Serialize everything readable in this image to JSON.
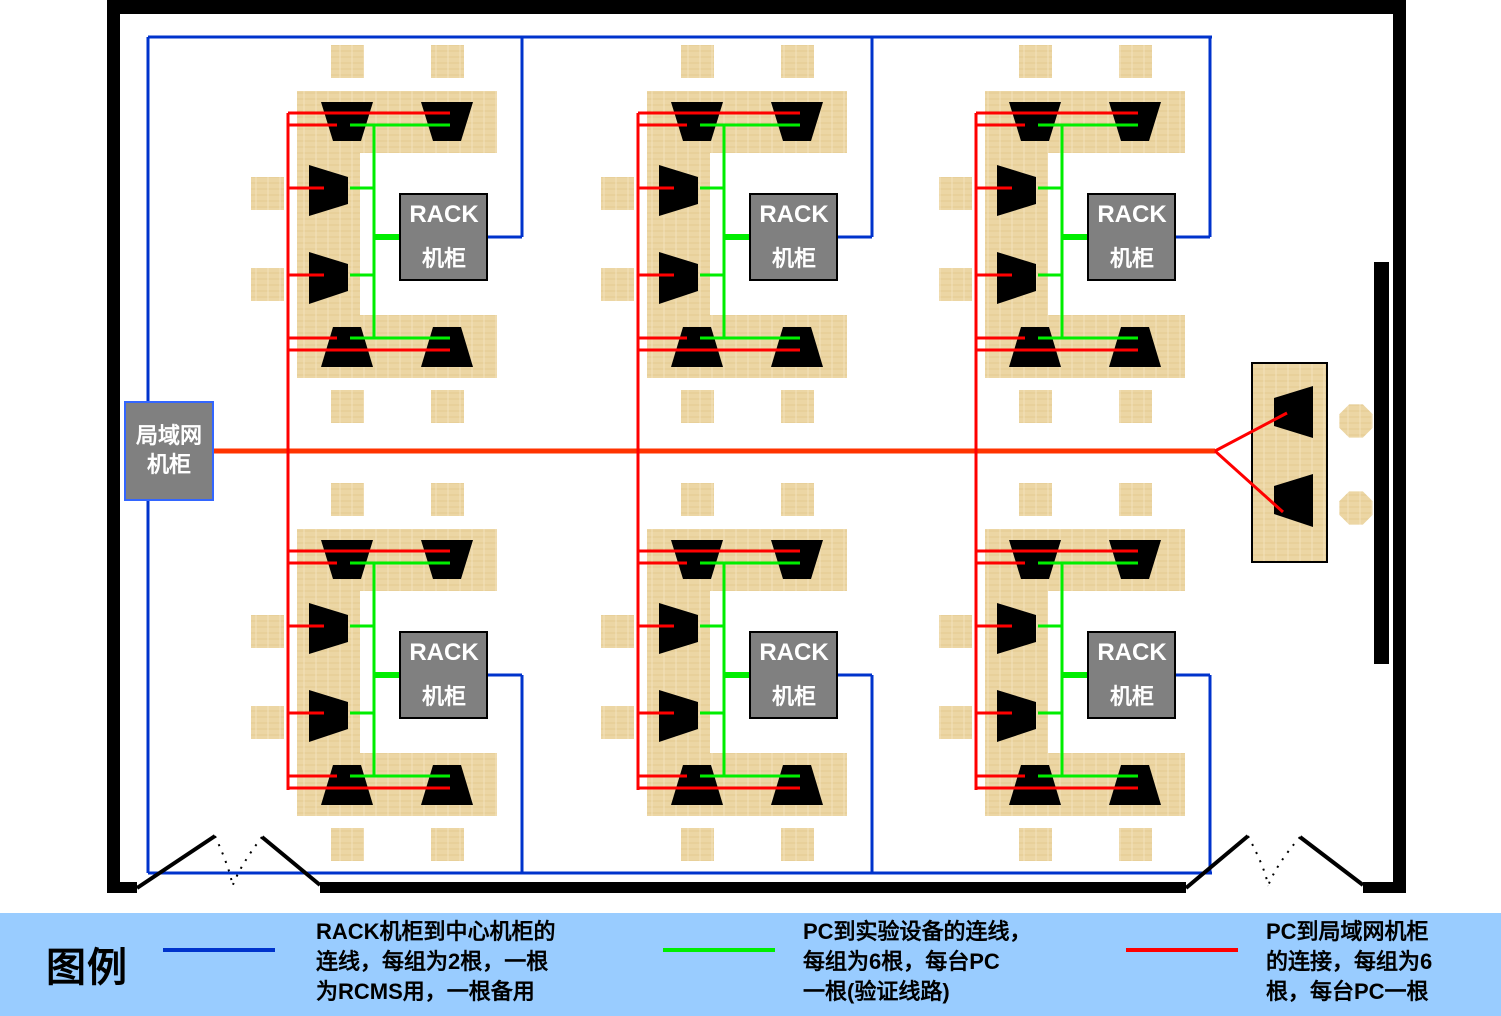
{
  "title": "实验室网络布线平面图",
  "colors": {
    "wall": "#000000",
    "rack_link": "#0033cc",
    "pc_to_device": "#00ee00",
    "pc_to_lan": "#ff0000",
    "lan_trunk": "#ff3300",
    "cabinet_fill": "#808080",
    "desk_fill": "#ecd6a4",
    "legend_bg": "#99ccff"
  },
  "lan_cabinet": {
    "line1": "局域网",
    "line2": "机柜"
  },
  "groups": [
    {
      "id": "top-left",
      "rack_line1": "RACK",
      "rack_line2": "机柜",
      "pcs": 6
    },
    {
      "id": "top-middle",
      "rack_line1": "RACK",
      "rack_line2": "机柜",
      "pcs": 6
    },
    {
      "id": "top-right",
      "rack_line1": "RACK",
      "rack_line2": "机柜",
      "pcs": 6
    },
    {
      "id": "bottom-left",
      "rack_line1": "RACK",
      "rack_line2": "机柜",
      "pcs": 6
    },
    {
      "id": "bottom-middle",
      "rack_line1": "RACK",
      "rack_line2": "机柜",
      "pcs": 6
    },
    {
      "id": "bottom-right",
      "rack_line1": "RACK",
      "rack_line2": "机柜",
      "pcs": 6
    }
  ],
  "teacher_desk": {
    "pcs": 2,
    "stools": 2
  },
  "legend": {
    "title": "图例",
    "items": [
      {
        "color": "#0033cc",
        "text": "RACK机柜到中心机柜的\n连线，每组为2根，一根\n为RCMS用，一根备用"
      },
      {
        "color": "#00ee00",
        "text": "PC到实验设备的连线，\n每组为6根，每台PC\n一根(验证线路)"
      },
      {
        "color": "#ff0000",
        "text": "PC到局域网机柜\n的连接，每组为6\n根，每台PC一根"
      }
    ]
  }
}
